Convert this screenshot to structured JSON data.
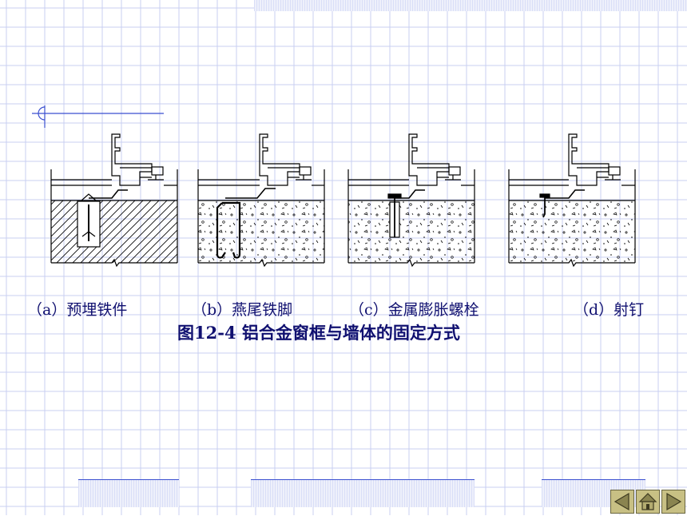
{
  "captions": {
    "a": "（a）预埋铁件",
    "b": "（b）燕尾铁脚",
    "c": "（c）金属膨胀螺栓",
    "d": "（d）射钉"
  },
  "figure_title": "图12-4  铝合金窗框与墙体的固定方式",
  "nav": {
    "prev_icon": "left-triangle-icon",
    "home_icon": "home-icon",
    "next_icon": "right-triangle-icon"
  },
  "colors": {
    "grid": "#c9cff2",
    "line": "#000000",
    "text": "#101070",
    "accent_blue": "#3a4fd0"
  }
}
